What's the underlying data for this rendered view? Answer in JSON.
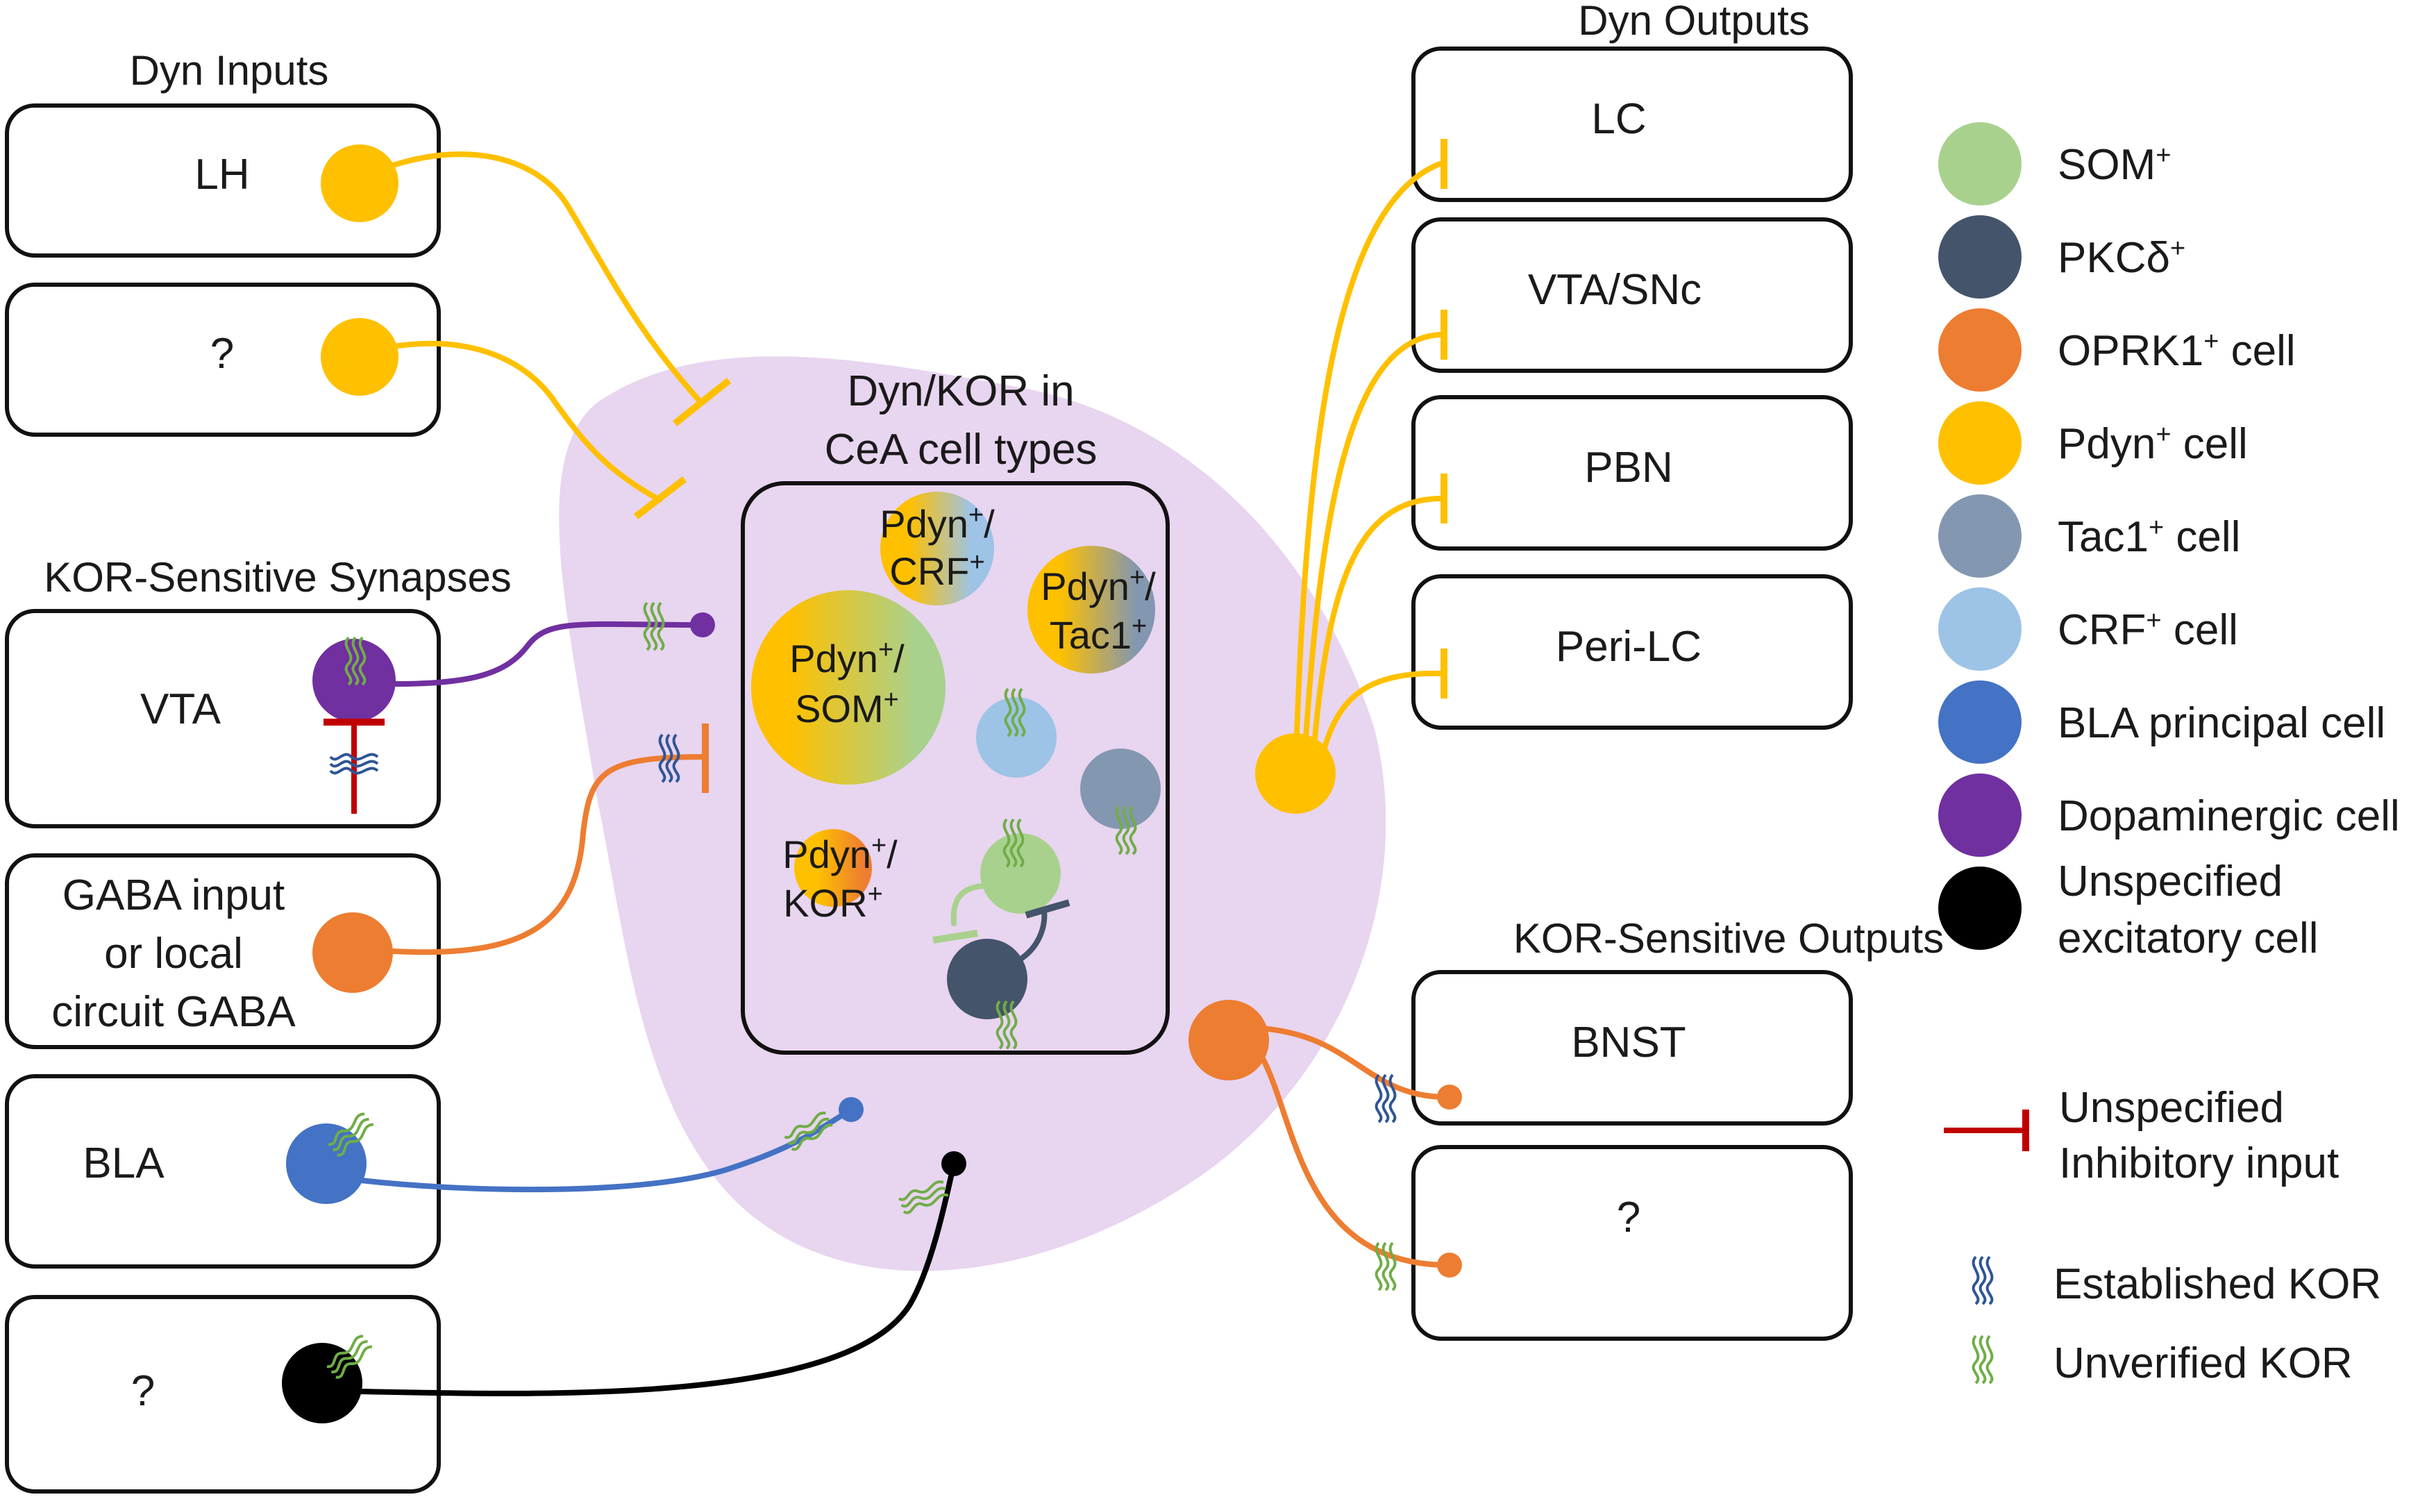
{
  "headers": {
    "dyn_inputs": "Dyn Inputs",
    "dyn_outputs": "Dyn Outputs",
    "kor_synapses": "KOR-Sensitive Synapses",
    "kor_outputs": "KOR-Sensitive Outputs",
    "cea_line1": "Dyn/KOR in",
    "cea_line2": "CeA cell types"
  },
  "dyn_inputs": [
    {
      "label": "LH"
    },
    {
      "label": "?"
    }
  ],
  "kor_inputs": [
    {
      "label": "VTA"
    },
    {
      "lines": [
        "GABA input",
        "or local",
        "circuit GABA"
      ]
    },
    {
      "label": "BLA"
    },
    {
      "label": "?"
    }
  ],
  "dyn_outputs": [
    {
      "label": "LC"
    },
    {
      "label": "VTA/SNc"
    },
    {
      "label": "PBN"
    },
    {
      "label": "Peri-LC"
    }
  ],
  "kor_outputs": [
    {
      "label": "BNST"
    },
    {
      "label": "?"
    }
  ],
  "cea_cells": {
    "crf": {
      "l1": "Pdyn",
      "s1": "+",
      "t1": "/",
      "l2": "CRF",
      "s2": "+"
    },
    "tac1": {
      "l1": "Pdyn",
      "s1": "+",
      "t1": "/",
      "l2": "Tac1",
      "s2": "+"
    },
    "som": {
      "l1": "Pdyn",
      "s1": "+",
      "t1": "/",
      "l2": "SOM",
      "s2": "+"
    },
    "kor": {
      "l1": "Pdyn",
      "s1": "+",
      "t1": "/",
      "l2": "KOR",
      "s2": "+"
    }
  },
  "legend": [
    {
      "name": "SOM",
      "sup": "+",
      "rest": "",
      "color": "#a9d18e"
    },
    {
      "name": "PKCδ",
      "sup": "+",
      "rest": "",
      "color": "#44546a"
    },
    {
      "name": "OPRK1",
      "sup": "+",
      "rest": " cell",
      "color": "#ed7d31"
    },
    {
      "name": "Pdyn",
      "sup": "+",
      "rest": " cell",
      "color": "#ffc000"
    },
    {
      "name": "Tac1",
      "sup": "+",
      "rest": " cell",
      "color": "#8497b0"
    },
    {
      "name": "CRF",
      "sup": "+",
      "rest": " cell",
      "color": "#9dc3e6"
    },
    {
      "name": "BLA principal cell",
      "sup": "",
      "rest": "",
      "color": "#4472c4"
    },
    {
      "name": "Dopaminergic  cell",
      "sup": "",
      "rest": "",
      "color": "#7030a0"
    },
    {
      "lines": [
        "Unspecified",
        "excitatory cell"
      ],
      "color": "#000000"
    }
  ],
  "legend_symbols": {
    "inhibitory": [
      "Unspecified",
      "Inhibitory input"
    ],
    "established": "Established KOR",
    "unverified": "Unverified KOR"
  },
  "colors": {
    "pdyn": "#ffc000",
    "oprk1": "#ed7d31",
    "dopaminergic": "#7030a0",
    "bla": "#4472c4",
    "som": "#a9d18e",
    "pkcd": "#44546a",
    "tac1": "#8497b0",
    "crf": "#9dc3e6",
    "inhibitory": "#c00000",
    "established_kor": "#2f5597",
    "unverified_kor": "#70ad47",
    "cea_region": "#e8d5f0"
  }
}
